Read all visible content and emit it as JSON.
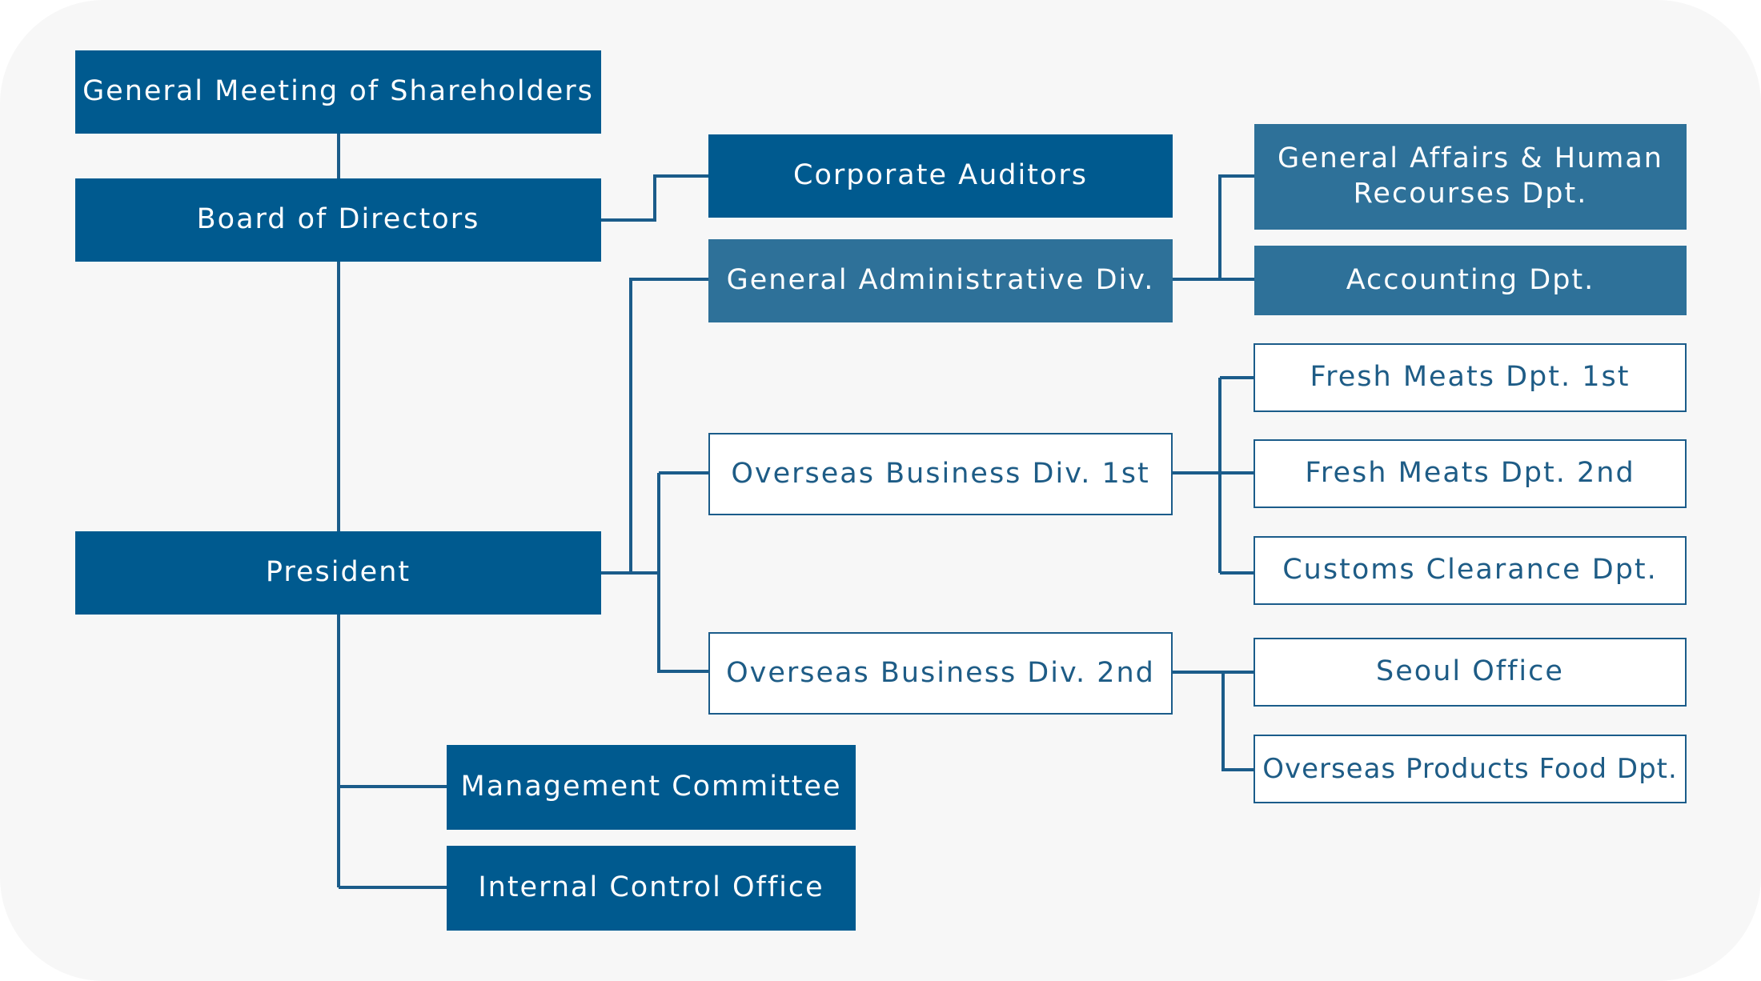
{
  "colors": {
    "panel": "#f7f7f7",
    "primary": "#005a8f",
    "secondary": "#2e7199",
    "line": "#1b5c8a",
    "outline_text": "#1e5c86"
  },
  "nodes": {
    "shareholders": "General Meeting of Shareholders",
    "board": "Board of Directors",
    "president": "President",
    "corporate_auditors": "Corporate Auditors",
    "general_admin_div": "General Administrative Div.",
    "general_affairs_line1": "General Affairs & Human",
    "general_affairs_line2": "Recourses Dpt.",
    "accounting": "Accounting Dpt.",
    "overseas_div_1st": "Overseas Business Div. 1st",
    "overseas_div_2nd": "Overseas Business Div. 2nd",
    "fresh_meats_1st": "Fresh Meats Dpt. 1st",
    "fresh_meats_2nd": "Fresh Meats Dpt. 2nd",
    "customs_clearance": "Customs Clearance Dpt.",
    "seoul_office": "Seoul Office",
    "overseas_products_food": "Overseas Products Food Dpt.",
    "management_committee": "Management Committee",
    "internal_control": "Internal Control Office"
  }
}
